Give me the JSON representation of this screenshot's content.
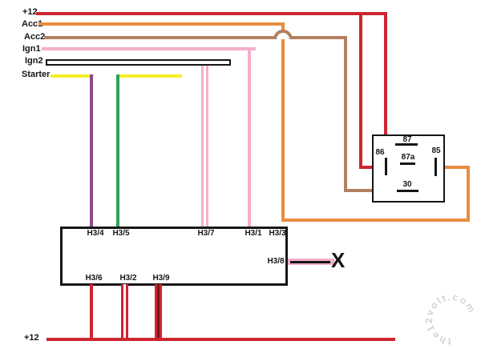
{
  "colors": {
    "red": "#cd2530",
    "orange": "#e88d40",
    "brown": "#b3815f",
    "pink": "#f4aeca",
    "yellow": "#f5ef25",
    "purple": "#8f4a8c",
    "green": "#2fa156",
    "dark_red": "#7c1518",
    "ink": "#161616",
    "watermark": "#cccccc"
  },
  "source_labels": {
    "plus12_top": "+12",
    "acc1": "Acc1",
    "acc2": "Acc2",
    "ign1": "Ign1",
    "ign2": "Ign2",
    "starter": "Starter",
    "plus12_bottom": "+12"
  },
  "relay": {
    "pin_87": "87",
    "pin_87a": "87a",
    "pin_86": "86",
    "pin_85": "85",
    "pin_30": "30"
  },
  "connector": {
    "top_pins": [
      "H3/4",
      "H3/5",
      "H3/7",
      "H3/1",
      "H3/3"
    ],
    "side_pin": "H3/8",
    "bottom_pins": [
      "H3/6",
      "H3/2",
      "H3/9"
    ],
    "not_connected_mark": "X"
  },
  "watermark": {
    "text": "the12volt.com"
  }
}
